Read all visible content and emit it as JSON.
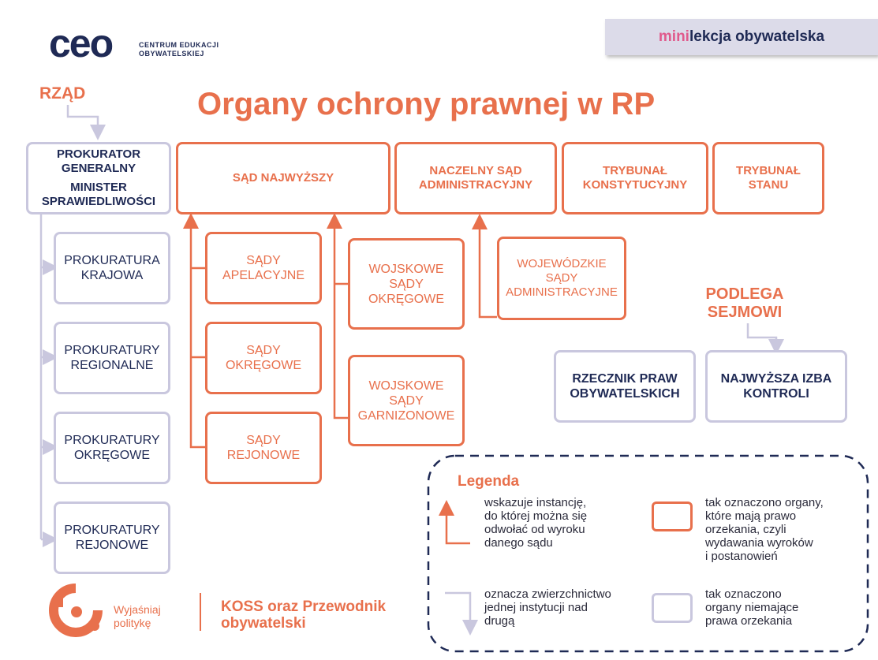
{
  "colors": {
    "orange": "#e8704c",
    "navy": "#1f2a55",
    "lavender": "#c9c7de",
    "banner": "#dcdbe9"
  },
  "header": {
    "logo_text": "ceo",
    "org_name": "CENTRUM EDUKACJI\nOBYWATELSKIEJ",
    "badge_prefix": "mini",
    "badge_rest": "lekcja obywatelska"
  },
  "title": "Organy ochrony prawnej w RP",
  "labels": {
    "rzad": "RZĄD",
    "podlega": "PODLEGA\nSEJMOWI"
  },
  "boxes": {
    "prokurator": {
      "line1": "PROKURATOR\nGENERALNY",
      "line2": "MINISTER\nSPRAWIEDLIWOŚCI"
    },
    "sad_najwyzszy": "SĄD NAJWYŻSZY",
    "nsa": "NACZELNY SĄD\nADMINISTRACYJNY",
    "tk": "TRYBUNAŁ\nKONSTYTUCYJNY",
    "ts": "TRYBUNAŁ\nSTANU",
    "prok_krajowa": "PROKURATURA\nKRAJOWA",
    "prok_regionalne": "PROKURATURY\nREGIONALNE",
    "prok_okregowe": "PROKURATURY\nOKRĘGOWE",
    "prok_rejonowe": "PROKURATURY\nREJONOWE",
    "sady_apelacyjne": "SĄDY\nAPELACYJNE",
    "sady_okregowe": "SĄDY\nOKRĘGOWE",
    "sady_rejonowe": "SĄDY\nREJONOWE",
    "wojskowe_okregowe": "WOJSKOWE\nSĄDY\nOKRĘGOWE",
    "wojskowe_garnizonowe": "WOJSKOWE\nSĄDY\nGARNIZONOWE",
    "wsa": "WOJEWÓDZKIE\nSĄDY\nADMINISTRACYJNE",
    "rpo": "RZECZNIK PRAW\nOBYWATELSKICH",
    "nik": "NAJWYŻSZA IZBA\nKONTROLI"
  },
  "legend": {
    "title": "Legenda",
    "orange_arrow": "wskazuje instancję,\ndo której można się\nodwołać od wyroku\ndanego sądu",
    "orange_box": "tak oznaczono organy,\nktóre mają prawo\norzekania, czyli\nwydawania wyroków\ni postanowień",
    "lav_arrow": "oznacza zwierzchnictwo\njednej instytucji nad\ndrugą",
    "lav_box": "tak oznaczono\norgany niemające\nprawa orzekania"
  },
  "footer": {
    "wyjasniaj": "Wyjaśniaj\npolitykę",
    "koss": "KOSS oraz Przewodnik\nobywatelski"
  }
}
